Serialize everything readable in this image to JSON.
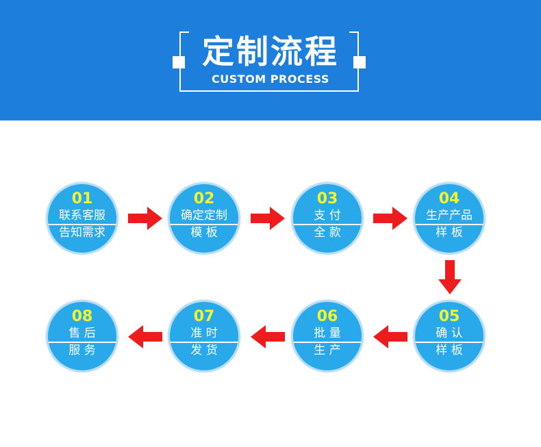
{
  "header": {
    "title_cn": "定制流程",
    "title_en": "CUSTOM PROCESS"
  },
  "steps": [
    {
      "num": "01",
      "line1": "联系客服",
      "line2": "告知需求"
    },
    {
      "num": "02",
      "line1": "确定定制",
      "line2": "模 板"
    },
    {
      "num": "03",
      "line1": "支 付",
      "line2": "全 款"
    },
    {
      "num": "04",
      "line1": "生产产品",
      "line2": "样 板"
    },
    {
      "num": "05",
      "line1": "确 认",
      "line2": "样 板"
    },
    {
      "num": "06",
      "line1": "批 量",
      "line2": "生 产"
    },
    {
      "num": "07",
      "line1": "准 时",
      "line2": "发 货"
    },
    {
      "num": "08",
      "line1": "售 后",
      "line2": "服 务"
    }
  ],
  "colors": {
    "banner": "#1e7edc",
    "circle": "#29a9ea",
    "number": "#f4f629",
    "arrow": "#ee1c1c"
  }
}
